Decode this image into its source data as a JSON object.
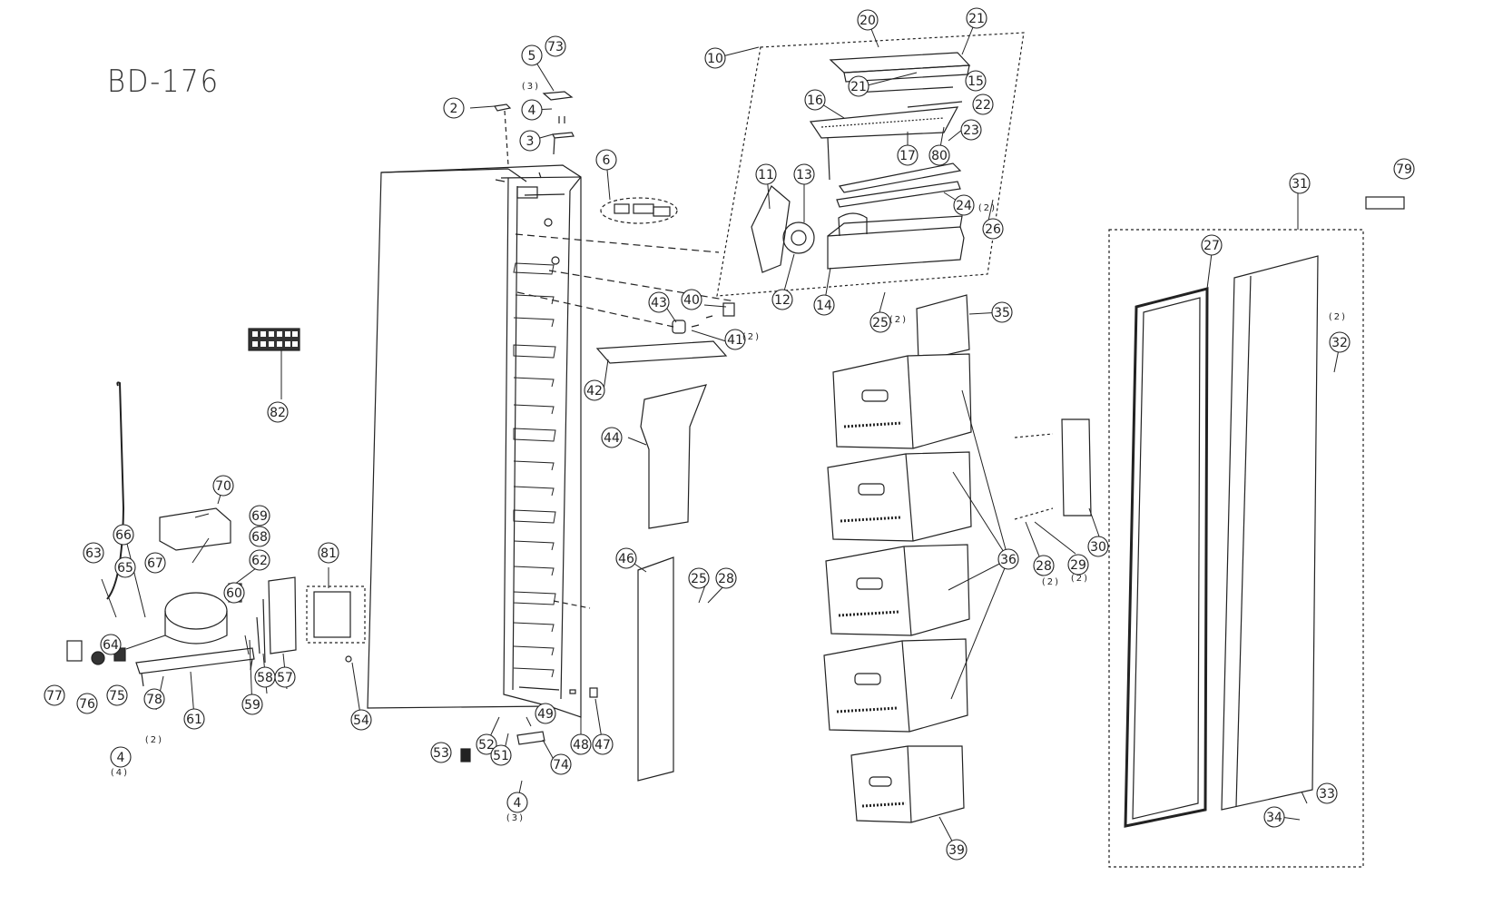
{
  "model": "BD-176",
  "callouts": [
    {
      "n": "2"
    },
    {
      "n": "5"
    },
    {
      "n": "73"
    },
    {
      "n": "4"
    },
    {
      "n": "3"
    },
    {
      "n": "6"
    },
    {
      "n": "10"
    },
    {
      "n": "20"
    },
    {
      "n": "21"
    },
    {
      "n": "21"
    },
    {
      "n": "15"
    },
    {
      "n": "22"
    },
    {
      "n": "16"
    },
    {
      "n": "17"
    },
    {
      "n": "80"
    },
    {
      "n": "23"
    },
    {
      "n": "11"
    },
    {
      "n": "13"
    },
    {
      "n": "24"
    },
    {
      "n": "26"
    },
    {
      "n": "12"
    },
    {
      "n": "14"
    },
    {
      "n": "25"
    },
    {
      "n": "35"
    },
    {
      "n": "43"
    },
    {
      "n": "40"
    },
    {
      "n": "41"
    },
    {
      "n": "42"
    },
    {
      "n": "44"
    },
    {
      "n": "46"
    },
    {
      "n": "25"
    },
    {
      "n": "28"
    },
    {
      "n": "36"
    },
    {
      "n": "39"
    },
    {
      "n": "82"
    },
    {
      "n": "70"
    },
    {
      "n": "69"
    },
    {
      "n": "68"
    },
    {
      "n": "62"
    },
    {
      "n": "66"
    },
    {
      "n": "63"
    },
    {
      "n": "65"
    },
    {
      "n": "67"
    },
    {
      "n": "60"
    },
    {
      "n": "81"
    },
    {
      "n": "64"
    },
    {
      "n": "58"
    },
    {
      "n": "57"
    },
    {
      "n": "59"
    },
    {
      "n": "54"
    },
    {
      "n": "77"
    },
    {
      "n": "76"
    },
    {
      "n": "75"
    },
    {
      "n": "78"
    },
    {
      "n": "61"
    },
    {
      "n": "4"
    },
    {
      "n": "53"
    },
    {
      "n": "52"
    },
    {
      "n": "51"
    },
    {
      "n": "49"
    },
    {
      "n": "74"
    },
    {
      "n": "48"
    },
    {
      "n": "47"
    },
    {
      "n": "4"
    },
    {
      "n": "31"
    },
    {
      "n": "27"
    },
    {
      "n": "79"
    },
    {
      "n": "32"
    },
    {
      "n": "30"
    },
    {
      "n": "28"
    },
    {
      "n": "29"
    },
    {
      "n": "33"
    },
    {
      "n": "34"
    }
  ],
  "quantities": [
    {
      "q": "(3)"
    },
    {
      "q": "(2)"
    },
    {
      "q": "(2)"
    },
    {
      "q": "(2)"
    },
    {
      "q": "(2)"
    },
    {
      "q": "(4)"
    },
    {
      "q": "(3)"
    },
    {
      "q": "(2)"
    },
    {
      "q": "(2)"
    },
    {
      "q": "(2)"
    }
  ]
}
